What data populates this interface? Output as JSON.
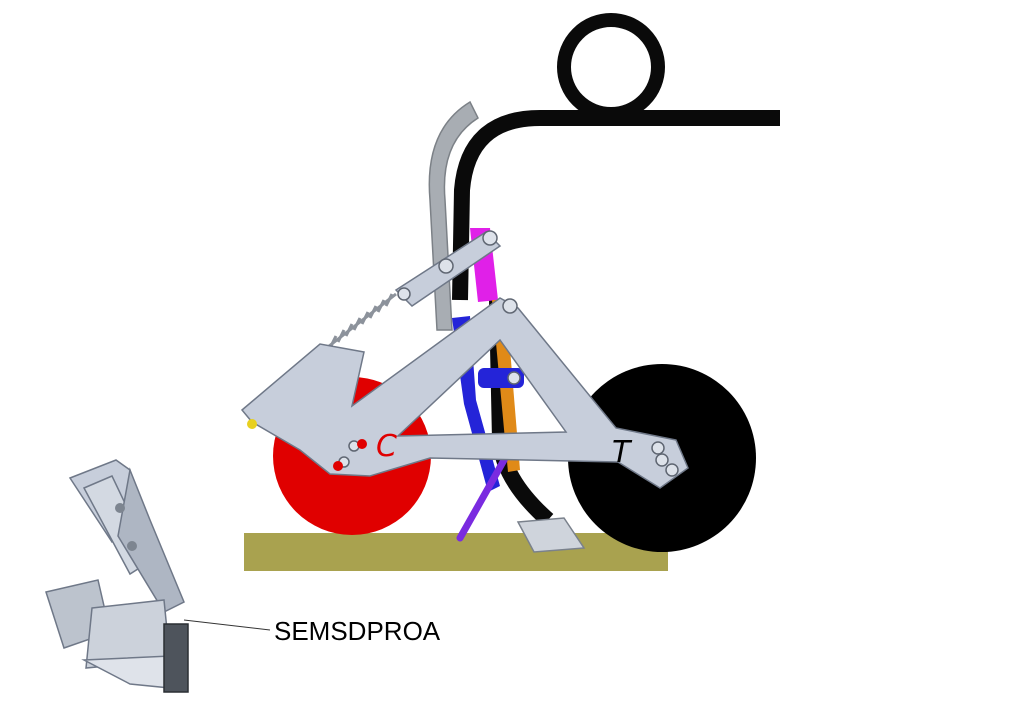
{
  "labels": {
    "closing_wheel": "C",
    "tine_wheel": "T",
    "part_number": "SEMSDPROA"
  },
  "colors": {
    "background": "#ffffff",
    "ground": "#a9a24f",
    "closing_wheel": "#e00000",
    "tine_wheel": "#000000",
    "frame": "#c7cedb",
    "frame_stroke": "#6f7888",
    "seed_tube": "#a8adb3",
    "hose": "#0a0a0a",
    "blue_arm": "#2424d8",
    "magenta_plate": "#e020e8",
    "orange_strip": "#e08a18",
    "purple_rod": "#7a2be0",
    "shoe": "#cfd4dc"
  },
  "icons": {
    "spring": "coil-spring-icon",
    "bolt": "hex-bolt-icon"
  }
}
